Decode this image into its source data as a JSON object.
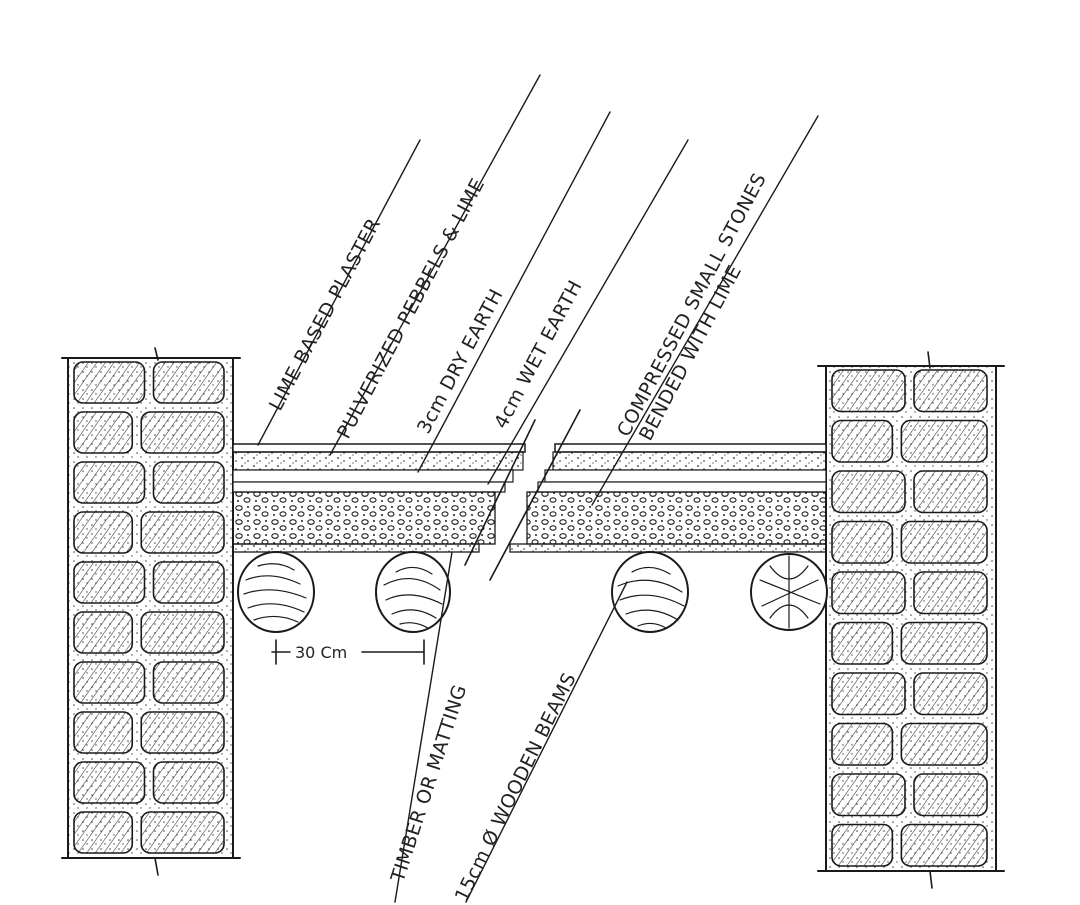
{
  "diagram": {
    "labels": {
      "lime_plaster": "LIME BASED PLASTER",
      "pebbles_lime": "PULVERIZED PEBBELS & LIME",
      "dry_earth": "3cm DRY EARTH",
      "wet_earth": "4cm WET EARTH",
      "compressed_stones_line1": "COMPRESSED SMALL STONES",
      "compressed_stones_line2": "BENDED WITH LIME",
      "timber_matting": "TIMBER OR MATTING",
      "wooden_beams": "15cm Ø WOODEN BEAMS",
      "spacing": "30 Cm"
    },
    "colors": {
      "ink": "#1a1a1a",
      "paper": "#ffffff"
    }
  }
}
